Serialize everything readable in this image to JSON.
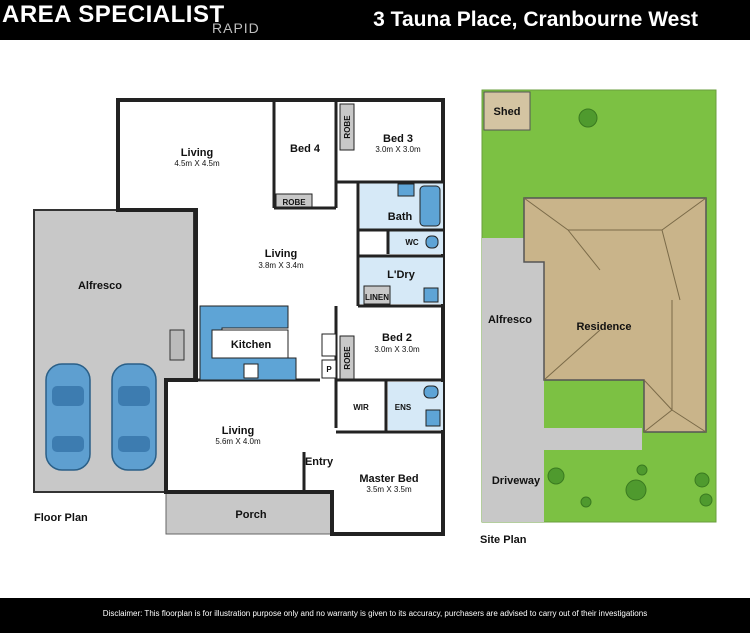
{
  "header": {
    "brand": "AREA SPECIALIST",
    "brand_sub": "RAPID",
    "address": "3 Tauna Place, Cranbourne West"
  },
  "floor_plan": {
    "caption": "Floor Plan",
    "rooms": {
      "living_top": {
        "name": "Living",
        "dims": "4.5m X 4.5m"
      },
      "bed4": {
        "name": "Bed 4"
      },
      "robe_bed4": {
        "name": "ROBE"
      },
      "robe_bed3": {
        "name": "ROBE"
      },
      "bed3": {
        "name": "Bed 3",
        "dims": "3.0m X 3.0m"
      },
      "bath": {
        "name": "Bath"
      },
      "wc": {
        "name": "WC"
      },
      "living_mid": {
        "name": "Living",
        "dims": "3.8m X 3.4m"
      },
      "ldry": {
        "name": "L'Dry"
      },
      "linen": {
        "name": "LINEN"
      },
      "alfresco": {
        "name": "Alfresco"
      },
      "kitchen": {
        "name": "Kitchen"
      },
      "bed2": {
        "name": "Bed 2",
        "dims": "3.0m X 3.0m"
      },
      "robe_bed2": {
        "name": "ROBE"
      },
      "pantry": {
        "name": "P"
      },
      "wir": {
        "name": "WIR"
      },
      "ens": {
        "name": "ENS"
      },
      "living_bottom": {
        "name": "Living",
        "dims": "5.6m X 4.0m"
      },
      "entry": {
        "name": "Entry"
      },
      "master": {
        "name": "Master Bed",
        "dims": "3.5m X 3.5m"
      },
      "porch": {
        "name": "Porch"
      }
    }
  },
  "site_plan": {
    "caption": "Site Plan",
    "labels": {
      "shed": "Shed",
      "alfresco": "Alfresco",
      "residence": "Residence",
      "driveway": "Driveway"
    }
  },
  "footer": {
    "disclaimer": "Disclaimer: This floorplan is for illustration purpose only and no warranty is given to its accuracy, purchasers are advised to carry out of their investigations"
  },
  "colors": {
    "header_bg": "#000000",
    "lawn": "#7cc143",
    "roof": "#c9b48a",
    "paving": "#c8c8c8",
    "wet_area": "#d6e9f7",
    "bench": "#5ea4d6"
  }
}
